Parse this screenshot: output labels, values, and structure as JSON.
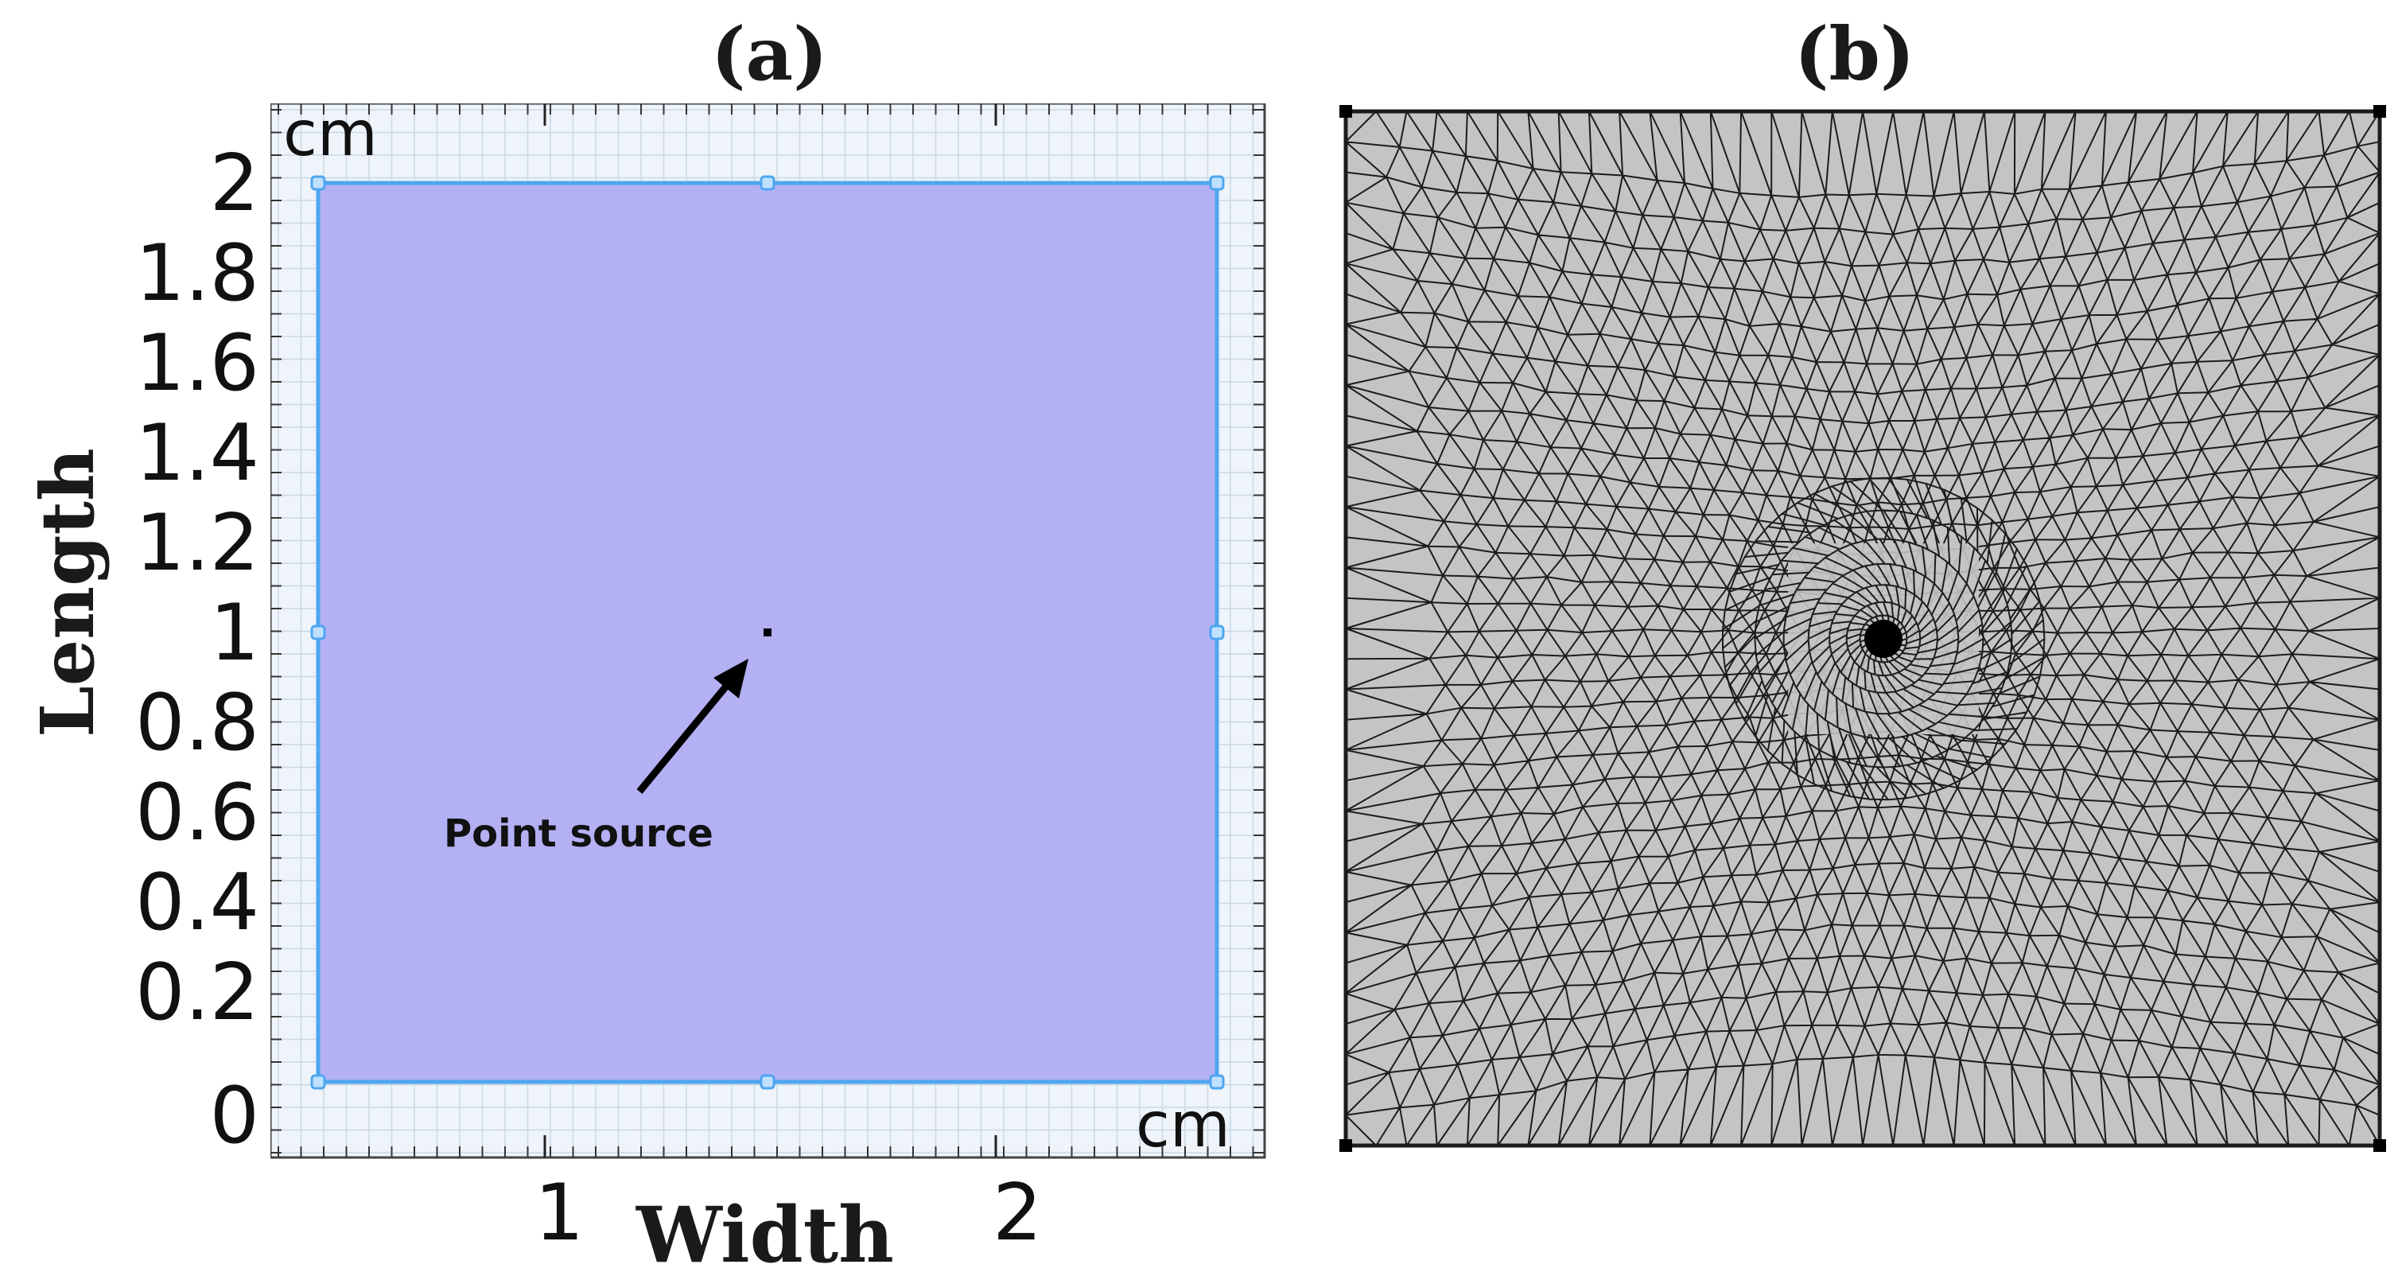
{
  "panels": {
    "a": {
      "label": "(a)",
      "units_top": "cm",
      "units_bottom": "cm",
      "x_title": "Width",
      "y_title": "Length",
      "y_ticks": [
        "2",
        "1.8",
        "1.6",
        "1.4",
        "1.2",
        "1",
        "0.8",
        "0.6",
        "0.4",
        "0.2",
        "0"
      ],
      "x_ticks": [
        "1",
        "2"
      ],
      "annotation": "Point source",
      "colors": {
        "domain_fill": "#b3b0f4",
        "domain_edge": "#4ea6f0",
        "grid_bg": "#eef4fa",
        "grid_line": "#c9d8e6"
      }
    },
    "b": {
      "label": "(b)",
      "colors": {
        "mesh_fill": "#c4c4c4",
        "mesh_line": "#1c1c1c"
      }
    }
  }
}
